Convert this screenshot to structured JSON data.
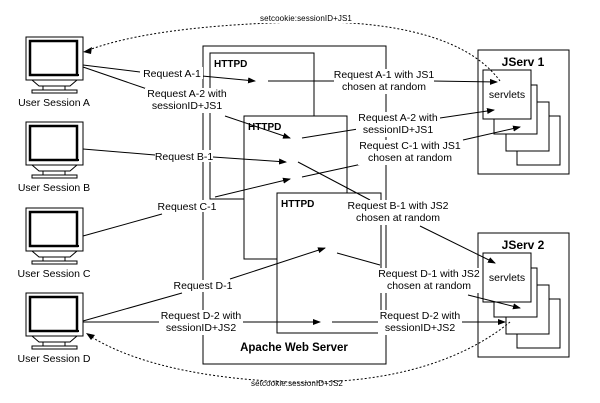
{
  "title": "Apache JServ load balancing with session affinity",
  "colors": {
    "background": "#ffffff",
    "foreground": "#000000"
  },
  "clients": [
    {
      "label": "User Session A",
      "icon": "monitor-icon"
    },
    {
      "label": "User Session B",
      "icon": "monitor-icon"
    },
    {
      "label": "User Session C",
      "icon": "monitor-icon"
    },
    {
      "label": "User Session D",
      "icon": "monitor-icon"
    }
  ],
  "server": {
    "label": "Apache Web Server",
    "httpd_instances": [
      "HTTPD",
      "HTTPD",
      "HTTPD"
    ]
  },
  "jservs": [
    {
      "label": "JServ 1",
      "servlets_label": "servlets"
    },
    {
      "label": "JServ 2",
      "servlets_label": "servlets"
    }
  ],
  "requests": {
    "a1": "Request A-1",
    "a2_line1": "Request A-2 with",
    "a2_line2": "sessionID+JS1",
    "b1": "Request B-1",
    "c1": "Request C-1",
    "d1": "Request D-1",
    "d2_line1": "Request D-2 with",
    "d2_line2": "sessionID+JS2"
  },
  "forwards": {
    "a1_line1": "Request A-1 with JS1",
    "a1_line2": "chosen at random",
    "a2_line1": "Request A-2 with",
    "a2_line2": "sessionID+JS1",
    "c1_line1": "Request C-1 with JS1",
    "c1_line2": "chosen at random",
    "b1_line1": "Request B-1 with JS2",
    "b1_line2": "chosen at random",
    "d1_line1": "Request D-1 with JS2",
    "d1_line2": "chosen at random",
    "d2_line1": "Request D-2 with",
    "d2_line2": "sessionID+JS2"
  },
  "cookies": {
    "top": "setcookie:sessionID+JS1",
    "bottom": "setcookie:sessionID+JS2"
  }
}
